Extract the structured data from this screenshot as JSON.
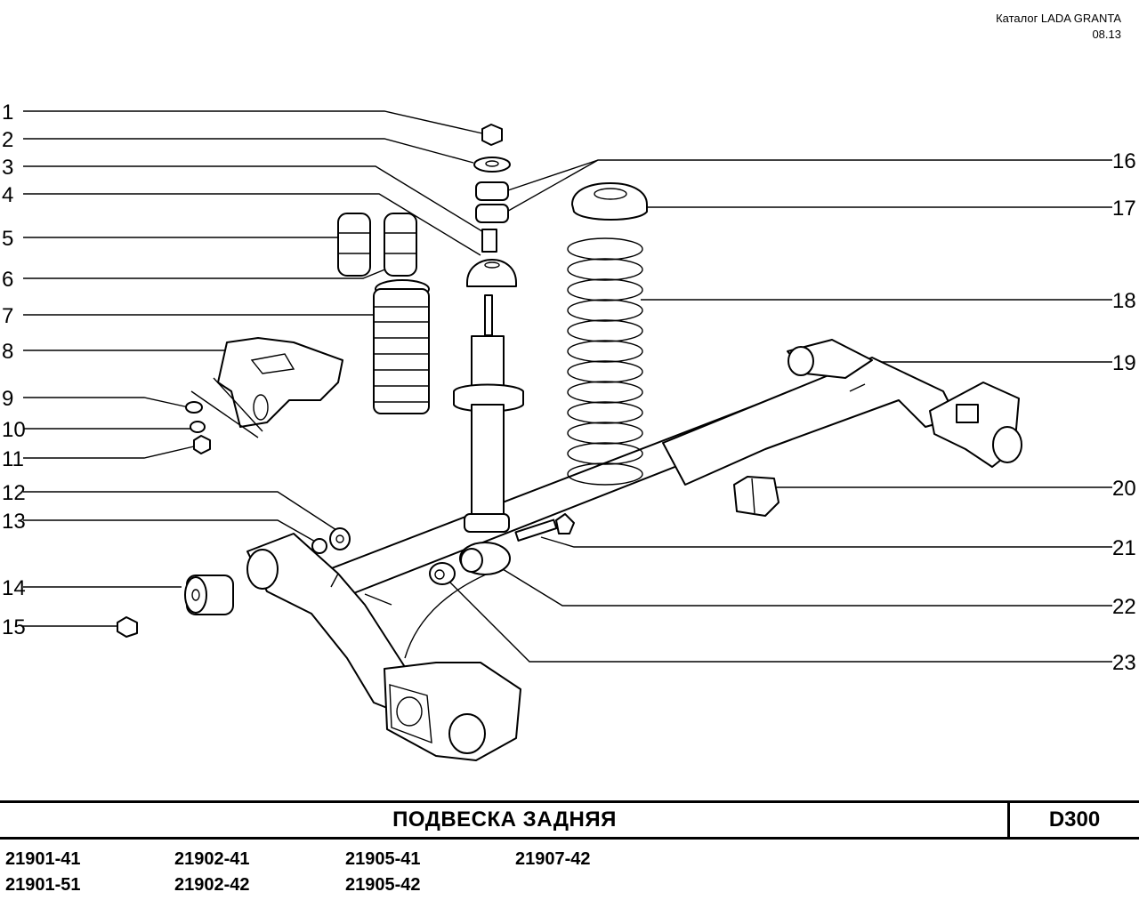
{
  "header": {
    "catalog": "Каталог  LADA  GRANTA",
    "date": "08.13"
  },
  "callouts": {
    "c1": "1",
    "c2": "2",
    "c3": "3",
    "c4": "4",
    "c5": "5",
    "c6": "6",
    "c7": "7",
    "c8": "8",
    "c9": "9",
    "c10": "10",
    "c11": "11",
    "c12": "12",
    "c13": "13",
    "c14": "14",
    "c15": "15",
    "c16": "16",
    "c17": "17",
    "c18": "18",
    "c19": "19",
    "c20": "20",
    "c21": "21",
    "c22": "22",
    "c23": "23"
  },
  "footer": {
    "title": "ПОДВЕСКА   ЗАДНЯЯ",
    "code": "D300",
    "models": {
      "m1": "21901-41",
      "m2": "21902-41",
      "m3": "21905-41",
      "m4": "21907-42",
      "m5": "21901-51",
      "m6": "21902-42",
      "m7": "21905-42"
    }
  },
  "colors": {
    "line": "#000000",
    "background": "#ffffff"
  }
}
